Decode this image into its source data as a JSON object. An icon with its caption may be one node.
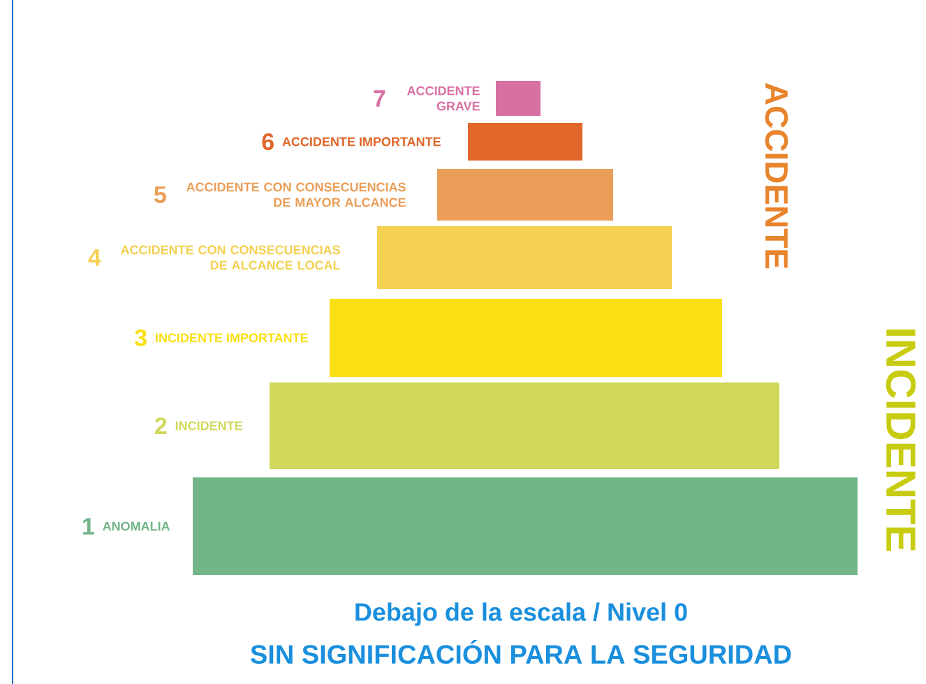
{
  "diagram": {
    "nodes": [
      {
        "text": [],
        "shape": "bar",
        "beside": [
          "7",
          "ACCIDENTE GRAVE"
        ]
      },
      {
        "text": [],
        "shape": "bar",
        "beside": [
          "6",
          "ACCIDENTE IMPORTANTE"
        ]
      },
      {
        "text": [],
        "shape": "bar",
        "beside": [
          "5",
          "ACCIDENTE CON CONSECUENCIAS DE MAYOR ALCANCE"
        ]
      },
      {
        "text": [],
        "shape": "bar",
        "beside": [
          "4",
          "ACCIDENTE CON CONSECUENCIAS DE ALCANCE LOCAL"
        ]
      },
      {
        "text": [],
        "shape": "bar",
        "beside": [
          "3",
          "INCIDENTE IMPORTANTE"
        ]
      },
      {
        "text": [],
        "shape": "bar",
        "beside": [
          "2",
          "INCIDENTE"
        ]
      },
      {
        "text": [],
        "shape": "bar",
        "beside": [
          "1",
          "ANOMALIA"
        ]
      }
    ],
    "labels": [
      "ACCIDENTE",
      "INCIDENTE",
      "Debajo de la escala / Nivel 0",
      "SIN SIGNIFICACIÓN PARA LA SEGURIDAD"
    ]
  }
}
